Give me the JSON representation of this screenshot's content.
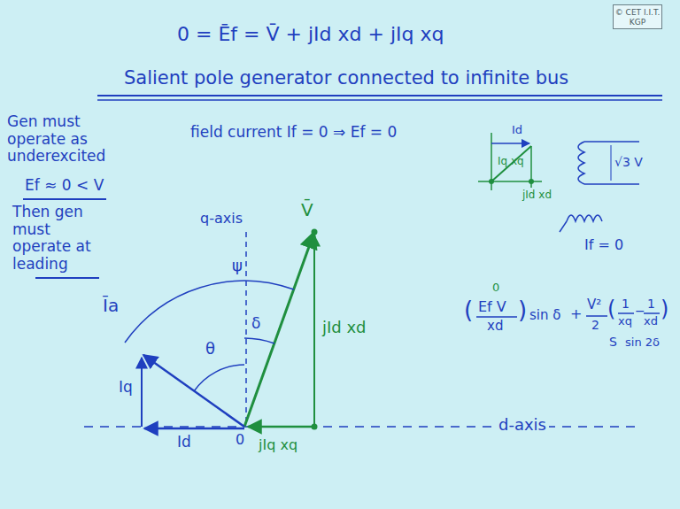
{
  "diagram": {
    "nodes": [
      {
        "text": [
          "© CET I.I.T. KGP"
        ]
      }
    ],
    "labels": [
      "0 = Ēf = V̄ + jId xd + jIq xq",
      "Salient pole generator connected to infinite bus",
      "field current If = 0 ⇒ Ef = 0",
      "Gen must operate as underexcited",
      "Ef ≈ 0 < V",
      "Then gen must operate at leading",
      "q-axis",
      "V̄",
      "Īa",
      "ψ",
      "δ",
      "θ",
      "Iq",
      "Id",
      "0",
      "jIq xq",
      "jId xd",
      "d-axis",
      "Id",
      "Iq xq",
      "jId xd",
      "√3 V",
      "If = 0",
      "(",
      "0",
      "Ef V",
      "xd",
      ")",
      "sin δ",
      "+",
      "V²",
      "2",
      "(",
      "1",
      "xq",
      "−",
      "1",
      "xd",
      ")",
      "sin 2δ",
      "S"
    ]
  }
}
